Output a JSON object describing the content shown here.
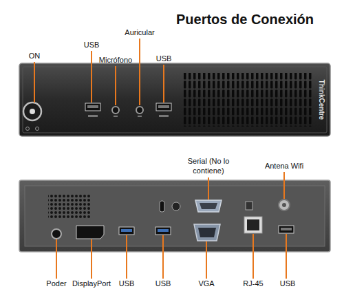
{
  "diagram": {
    "title": "Puertos de Conexión",
    "labels": [
      "ON",
      "USB",
      "Micrófono",
      "Auricular",
      "USB",
      "ThinkCentre",
      "Serial (No lo contiene)",
      "Antena Wifi",
      "Poder",
      "DisplayPort",
      "USB",
      "USB",
      "VGA",
      "RJ-45",
      "USB"
    ]
  }
}
